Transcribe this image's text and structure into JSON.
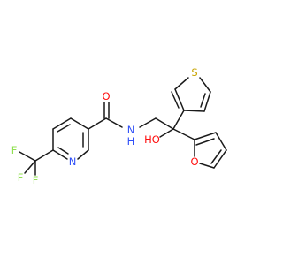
{
  "molecule": {
    "atoms": {
      "O_carbonyl": {
        "symbol": "O",
        "color": "#ff0d0d"
      },
      "N_amide": {
        "symbol": "N",
        "color": "#3050f8"
      },
      "H_amide": {
        "symbol": "H",
        "color": "#3050f8"
      },
      "N_pyridine": {
        "symbol": "N",
        "color": "#3050f8"
      },
      "F1": {
        "symbol": "F",
        "color": "#90e050"
      },
      "F2": {
        "symbol": "F",
        "color": "#90e050"
      },
      "F3": {
        "symbol": "F",
        "color": "#90e050"
      },
      "S_thiophene": {
        "symbol": "S",
        "color": "#c8a400"
      },
      "O_furan": {
        "symbol": "O",
        "color": "#ff0d0d"
      },
      "HO_label": {
        "symbol": "HO",
        "color": "#ff0d0d"
      }
    }
  }
}
